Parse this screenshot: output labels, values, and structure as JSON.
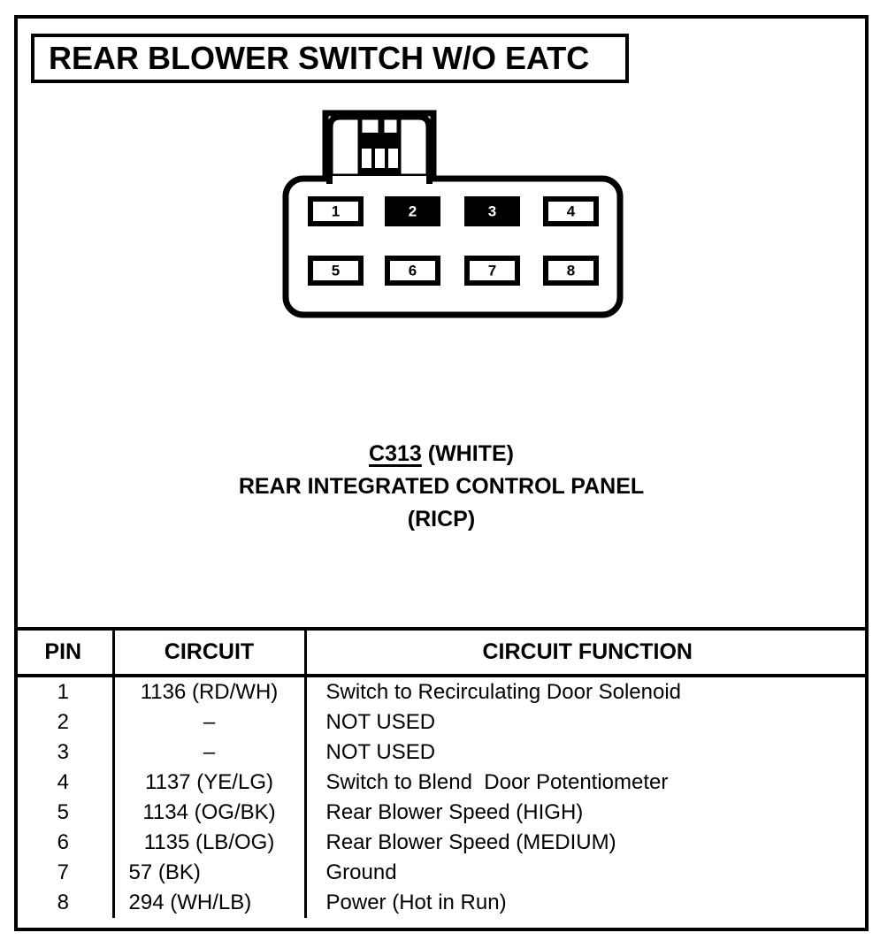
{
  "title": "REAR BLOWER SWITCH W/O EATC",
  "connector": {
    "name": "connector-c313",
    "pins_top": [
      {
        "number": "1",
        "filled": false
      },
      {
        "number": "2",
        "filled": true
      },
      {
        "number": "3",
        "filled": true
      },
      {
        "number": "4",
        "filled": false
      }
    ],
    "pins_bottom": [
      {
        "number": "5",
        "filled": false
      },
      {
        "number": "6",
        "filled": false
      },
      {
        "number": "7",
        "filled": false
      },
      {
        "number": "8",
        "filled": false
      }
    ]
  },
  "caption": {
    "connector_id": "C313",
    "connector_color": " (WHITE)",
    "component_name": "REAR INTEGRATED CONTROL PANEL",
    "component_abbrev": "(RICP)"
  },
  "table": {
    "headers": {
      "pin": "PIN",
      "circuit": "CIRCUIT",
      "function": "CIRCUIT FUNCTION"
    },
    "rows": [
      {
        "pin": "1",
        "circuit": "1136 (RD/WH)",
        "function": "Switch to Recirculating Door Solenoid",
        "circuit_align": "center"
      },
      {
        "pin": "2",
        "circuit": "–",
        "function": "NOT USED",
        "circuit_align": "center"
      },
      {
        "pin": "3",
        "circuit": "–",
        "function": "NOT USED",
        "circuit_align": "center"
      },
      {
        "pin": "4",
        "circuit": "1137 (YE/LG)",
        "function": "Switch to Blend  Door Potentiometer",
        "circuit_align": "center"
      },
      {
        "pin": "5",
        "circuit": "1134 (OG/BK)",
        "function": "Rear Blower Speed (HIGH)",
        "circuit_align": "center"
      },
      {
        "pin": "6",
        "circuit": "1135 (LB/OG)",
        "function": "Rear Blower Speed (MEDIUM)",
        "circuit_align": "center"
      },
      {
        "pin": "7",
        "circuit": "57 (BK)",
        "function": "Ground",
        "circuit_align": "left"
      },
      {
        "pin": "8",
        "circuit": "294 (WH/LB)",
        "function": "Power (Hot in Run)",
        "circuit_align": "left"
      }
    ]
  },
  "colors": {
    "ink": "#000000",
    "paper": "#ffffff"
  }
}
